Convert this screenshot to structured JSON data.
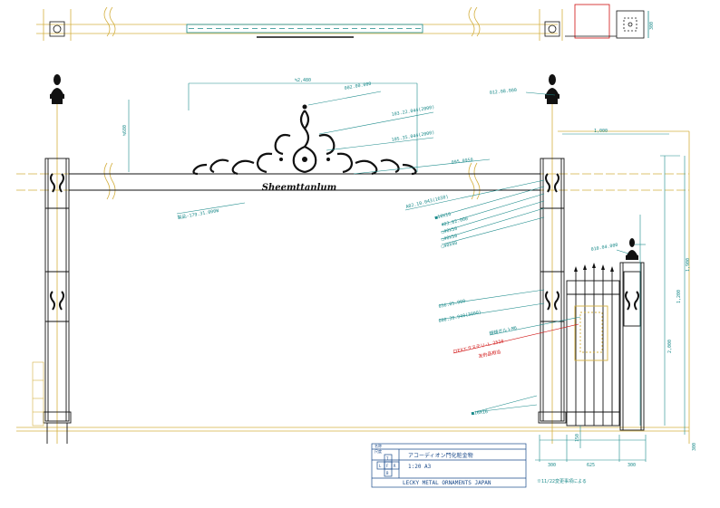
{
  "colors": {
    "dimension": "#1a8a8a",
    "construction": "#d4b040",
    "ironwork": "#111111",
    "callout_red": "#d01010",
    "title_block": "#1a4a8a"
  },
  "callouts": {
    "c1": "002.00.000",
    "c2": "103.22.044(2000)",
    "c3": "105.35.044(2000)",
    "c4": "012.08.000",
    "c5": "095.0950",
    "c6": "A02.10.043(1650)",
    "c7": "■10X16",
    "c8": "403.02.000",
    "c9": "□40X50",
    "c10": "□40X50",
    "c11": "□40X40",
    "c12": "010.04.000",
    "c13": "056.05.000",
    "c14": "000.30.040(3000)",
    "c15": "鋳鋳ボルトM6",
    "c16_red": "ロEXエクステリ-L 2510",
    "c17_red": "友約品相当",
    "c18": "■16X16",
    "c19": "製品-179.31.000W"
  },
  "sign_text": "Sheemttanlum",
  "dimensions": {
    "d_2480": "≒2,480",
    "d_680": "≒680",
    "d_1000": "1,000",
    "d_1900": "1,900",
    "d_1200": "1,200",
    "d_2000": "2,000",
    "d_300_right": "300",
    "d_300_top": "300",
    "d_150": "150",
    "bottom": [
      "300",
      "625",
      "300"
    ]
  },
  "title_block": {
    "field1_label": "名称",
    "field1_value": "アコーディオン門化粧金物",
    "field2_label": "尺度",
    "field2_value": "1:20 A3",
    "cells": [
      "T",
      "L",
      "F",
      "R",
      "B"
    ],
    "company": "LECKY METAL ORNAMENTS JAPAN"
  },
  "note": "※11/22変更事項による"
}
